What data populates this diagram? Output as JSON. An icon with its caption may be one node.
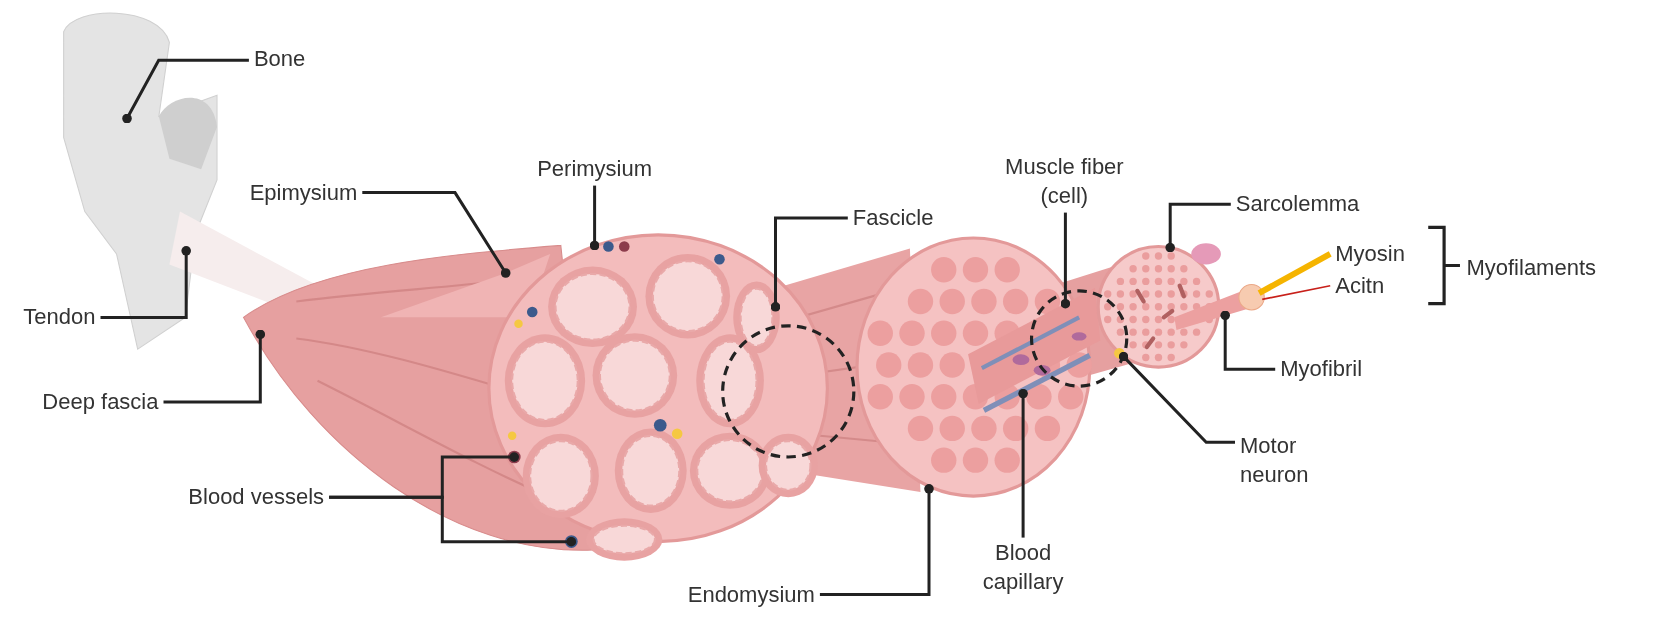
{
  "diagram": {
    "nodes": [
      {
        "text": [
          "Bone"
        ]
      },
      {
        "text": [
          "Epimysium"
        ]
      },
      {
        "text": [
          "Perimysium"
        ]
      },
      {
        "text": [
          "Fascicle"
        ]
      },
      {
        "text": [
          "Muscle fiber (cell)"
        ]
      },
      {
        "text": [
          "Sarcolemma"
        ]
      },
      {
        "text": [
          "Tendon"
        ]
      },
      {
        "text": [
          "Myofibril"
        ]
      },
      {
        "text": [
          "Deep fascia"
        ]
      },
      {
        "text": [
          "Motor neuron"
        ]
      },
      {
        "text": [
          "Blood vessels"
        ]
      },
      {
        "text": [
          "Blood capillary"
        ]
      },
      {
        "text": [
          "Endomysium"
        ]
      },
      {
        "text": [],
        "shape": "circle"
      },
      {
        "text": [],
        "shape": "cylinder"
      },
      {
        "text": [],
        "shape": "cylinder"
      },
      {
        "text": [],
        "shape": "circle"
      },
      {
        "text": [
          "Myosin"
        ]
      },
      {
        "text": [
          "Acitn"
        ]
      },
      {
        "text": [],
        "shape": "bar"
      }
    ],
    "edges": [
      {
        "from": 0,
        "to": null,
        "arrow": "other"
      },
      {
        "from": 1,
        "to": null,
        "arrow": "other"
      },
      {
        "from": 2,
        "to": null,
        "arrow": "other"
      },
      {
        "from": 3,
        "to": null,
        "arrow": "other"
      },
      {
        "from": 4,
        "to": 14,
        "arrow": "other"
      },
      {
        "from": 5,
        "to": 13,
        "arrow": "other"
      },
      {
        "from": 6,
        "to": null,
        "arrow": "other"
      },
      {
        "from": 7,
        "to": 15,
        "arrow": "other"
      },
      {
        "from": 8,
        "to": null,
        "arrow": "other"
      },
      {
        "from": 9,
        "to": 16,
        "arrow": "other"
      },
      {
        "from": 10,
        "to": null,
        "arrow": "other"
      },
      {
        "from": 10,
        "to": null,
        "arrow": "other"
      },
      {
        "from": 11,
        "to": 19,
        "arrow": "other"
      },
      {
        "from": 12,
        "to": null,
        "arrow": "other"
      },
      {
        "from": 17,
        "to": 15,
        "arrow": "none",
        "style": "thick",
        "color": "#f5b400"
      },
      {
        "from": 18,
        "to": 15,
        "arrow": "none",
        "color": "#c8201a"
      }
    ],
    "labels": [
      "Myofilaments"
    ]
  }
}
